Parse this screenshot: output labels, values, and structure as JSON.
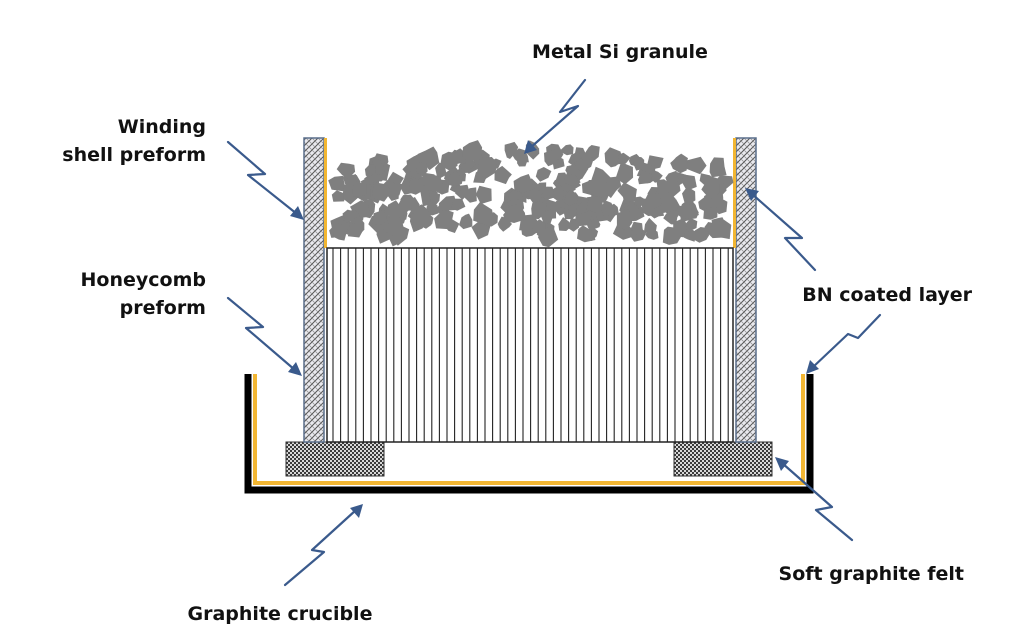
{
  "labels": {
    "metal_si": "Metal Si granule",
    "winding_line1": "Winding",
    "winding_line2": "shell preform",
    "honeycomb_line1": "Honeycomb",
    "honeycomb_line2": "preform",
    "bn_layer": "BN coated layer",
    "soft_felt": "Soft graphite felt",
    "graphite_crucible": "Graphite crucible"
  },
  "colors": {
    "crucible": "#000000",
    "bn_coating": "#f2b632",
    "granule": "#7f7f7f",
    "arrow": "#3a5a8c",
    "shell_border": "#5a6f8c",
    "text": "#111111"
  },
  "icons": {
    "granule": "irregular-polygon",
    "shell_fill": "crosshatch-pattern",
    "felt_fill": "checker-pattern",
    "honeycomb_fill": "vertical-lines"
  }
}
